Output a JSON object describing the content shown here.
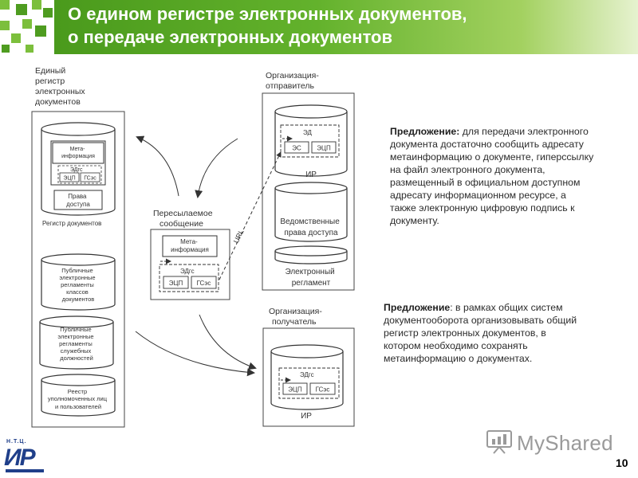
{
  "title": {
    "line1": "О едином регистре электронных документов,",
    "line2": "о передаче электронных документов"
  },
  "registry": {
    "caption_lines": [
      "Единый",
      "регистр",
      "электронных",
      "документов"
    ],
    "metainfo_lines": [
      "Мета-",
      "информация"
    ],
    "ed_gs": "ЭДгс",
    "ecp": "ЭЦП",
    "gs_es": "ГСэс",
    "access_rights_lines": [
      "Права",
      "доступа"
    ],
    "register_label": "Регистр документов",
    "cyl_public_classes": [
      "Публичные",
      "электронные",
      "регламенты",
      "классов",
      "документов"
    ],
    "cyl_public_positions": [
      "Публичные",
      "электронные",
      "регламенты",
      "служебных",
      "должностей"
    ],
    "cyl_registry_users": [
      "Реестр",
      "уполномоченных лиц",
      "и пользователей"
    ]
  },
  "message": {
    "caption_lines": [
      "Пересылаемое",
      "сообщение"
    ],
    "metainfo_lines": [
      "Мета-",
      "информация"
    ],
    "ed_gs": "ЭДгс",
    "ecp": "ЭЦП",
    "gs_es": "ГСэс",
    "url_label": "URL"
  },
  "sender": {
    "caption_lines": [
      "Организация-",
      "отправитель"
    ],
    "ed": "ЭД",
    "es": "ЭС",
    "ecp": "ЭЦП",
    "ir_label": "ИР",
    "cyl_access_lines": [
      "Ведомственные",
      "права доступа"
    ],
    "cyl_reg_lines": [
      "Электронный",
      "регламент"
    ]
  },
  "receiver": {
    "caption_lines": [
      "Организация-",
      "получатель"
    ],
    "ed_gs": "ЭДгс",
    "ecp": "ЭЦП",
    "gs_es": "ГСэс",
    "ir_label": "ИР"
  },
  "proposal1": {
    "label": "Предложение:",
    "lines": [
      " для передачи электронного",
      "документа достаточно сообщить адресату",
      "метаинформацию о документе, гиперссылку",
      "на файл электронного документа,",
      "размещенный в официальном доступном",
      "адресату информационном ресурсе, а",
      "также электронную цифровую подпись к",
      "документу."
    ]
  },
  "proposal2": {
    "label": "Предложение",
    "lines": [
      ": в рамках общих систем",
      "документооборота организовывать общий",
      "регистр электронных документов, в",
      "котором необходимо сохранять",
      "метаинформацию о документах."
    ]
  },
  "logo": {
    "small": "Н.Т.Ц.",
    "big": "ИР"
  },
  "watermark": "MyShared",
  "page_number": "10"
}
